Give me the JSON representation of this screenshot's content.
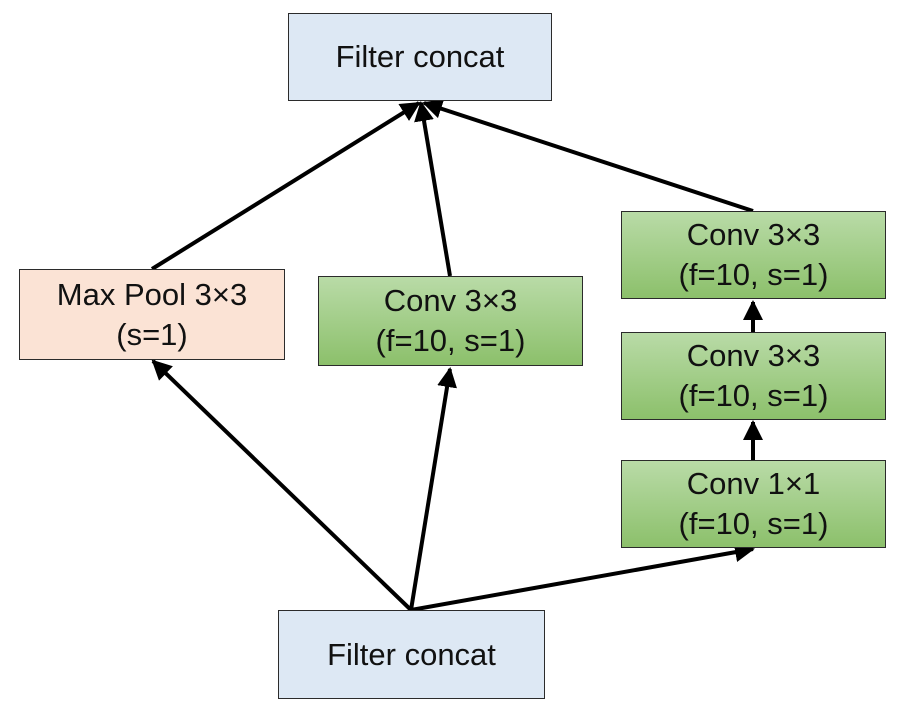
{
  "diagram": {
    "nodes": {
      "filter_concat_top": {
        "lines": [
          "Filter concat"
        ]
      },
      "max_pool": {
        "lines": [
          "Max Pool 3×3",
          "(s=1)"
        ]
      },
      "conv_mid": {
        "lines": [
          "Conv 3×3",
          "(f=10, s=1)"
        ]
      },
      "conv_right_top": {
        "lines": [
          "Conv 3×3",
          "(f=10, s=1)"
        ]
      },
      "conv_right_mid": {
        "lines": [
          "Conv 3×3",
          "(f=10, s=1)"
        ]
      },
      "conv_right_bottom": {
        "lines": [
          "Conv 1×1",
          "(f=10, s=1)"
        ]
      },
      "filter_concat_bottom": {
        "lines": [
          "Filter concat"
        ]
      }
    },
    "edges": [
      {
        "from": "filter_concat_bottom",
        "to": "max_pool"
      },
      {
        "from": "filter_concat_bottom",
        "to": "conv_mid"
      },
      {
        "from": "filter_concat_bottom",
        "to": "conv_right_bottom"
      },
      {
        "from": "conv_right_bottom",
        "to": "conv_right_mid"
      },
      {
        "from": "conv_right_mid",
        "to": "conv_right_top"
      },
      {
        "from": "max_pool",
        "to": "filter_concat_top"
      },
      {
        "from": "conv_mid",
        "to": "filter_concat_top"
      },
      {
        "from": "conv_right_top",
        "to": "filter_concat_top"
      }
    ],
    "colors": {
      "concat_fill": "#dde8f4",
      "pool_fill": "#fbe3d5",
      "conv_fill_top": "#b9dba7",
      "conv_fill_bottom": "#8cc06b",
      "stroke": "#000000"
    }
  }
}
